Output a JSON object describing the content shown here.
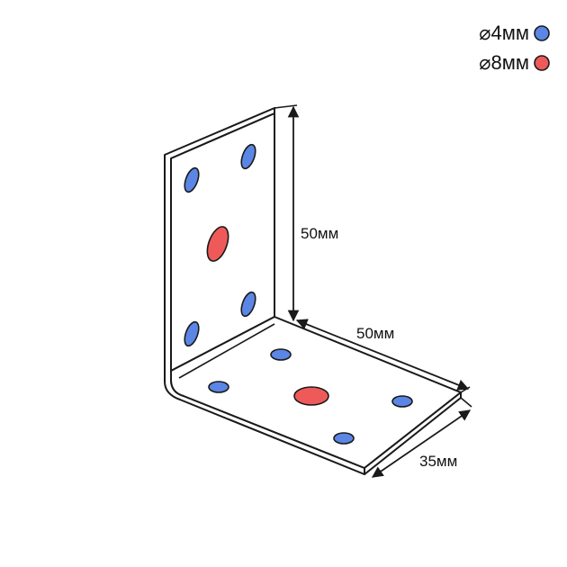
{
  "legend": {
    "small_hole": {
      "label": "⌀4мм",
      "color": "#5b86e5"
    },
    "large_hole": {
      "label": "⌀8мм",
      "color": "#ee5a5a"
    }
  },
  "dimensions": {
    "vertical_height": "50мм",
    "horizontal_length": "50мм",
    "width": "35мм"
  },
  "colors": {
    "small_hole": "#5b86e5",
    "large_hole": "#ee5a5a",
    "line": "#1a1a1a"
  }
}
